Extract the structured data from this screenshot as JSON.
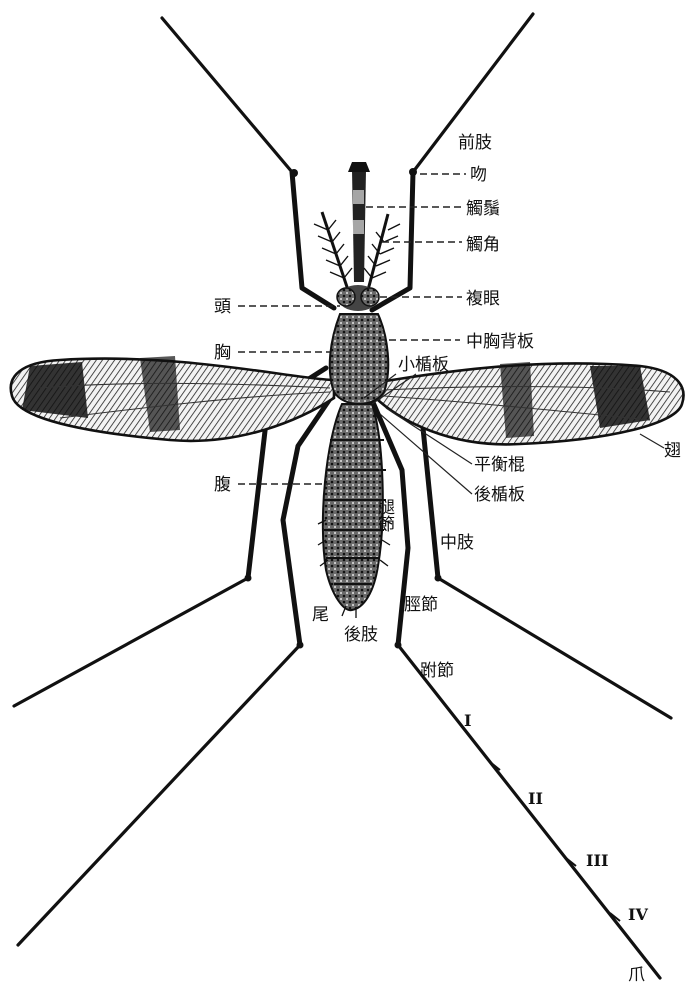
{
  "labels": {
    "foreleg": "前肢",
    "proboscis": "吻",
    "palp": "觸鬚",
    "antenna": "觸角",
    "compound_eye": "複眼",
    "mesonotum": "中胸背板",
    "scutellum": "小楯板",
    "head": "頭",
    "thorax": "胸",
    "abdomen": "腹",
    "wing": "翅",
    "haltere": "平衡棍",
    "postscutellum": "後楯板",
    "femur": "腿節",
    "midleg": "中肢",
    "tibia": "脛節",
    "tail": "尾",
    "hindleg": "後肢",
    "tarsus": "跗節",
    "tarsal_1": "I",
    "tarsal_2": "II",
    "tarsal_3": "III",
    "tarsal_4": "IV",
    "claw": "爪"
  },
  "colors": {
    "ink": "#111111",
    "background": "#ffffff"
  }
}
